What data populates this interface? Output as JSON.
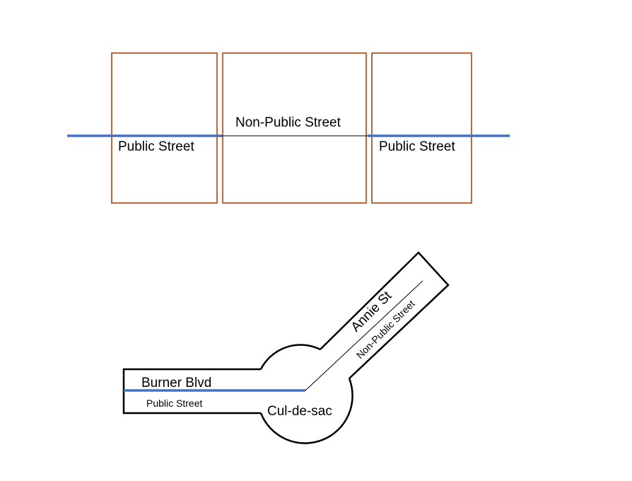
{
  "colors": {
    "parcel_outline": "#C0683A",
    "public_street": "#4472C4",
    "non_public_street": "#000000",
    "outline": "#000000"
  },
  "top_diagram": {
    "left_label": "Public Street",
    "center_label": "Non-Public Street",
    "right_label": "Public Street"
  },
  "bottom_diagram": {
    "burner_label": "Burner Blvd",
    "public_label": "Public Street",
    "culdesac_label": "Cul-de-sac",
    "annie_label": "Annie St",
    "nonpublic_label": "Non-Public Street"
  }
}
